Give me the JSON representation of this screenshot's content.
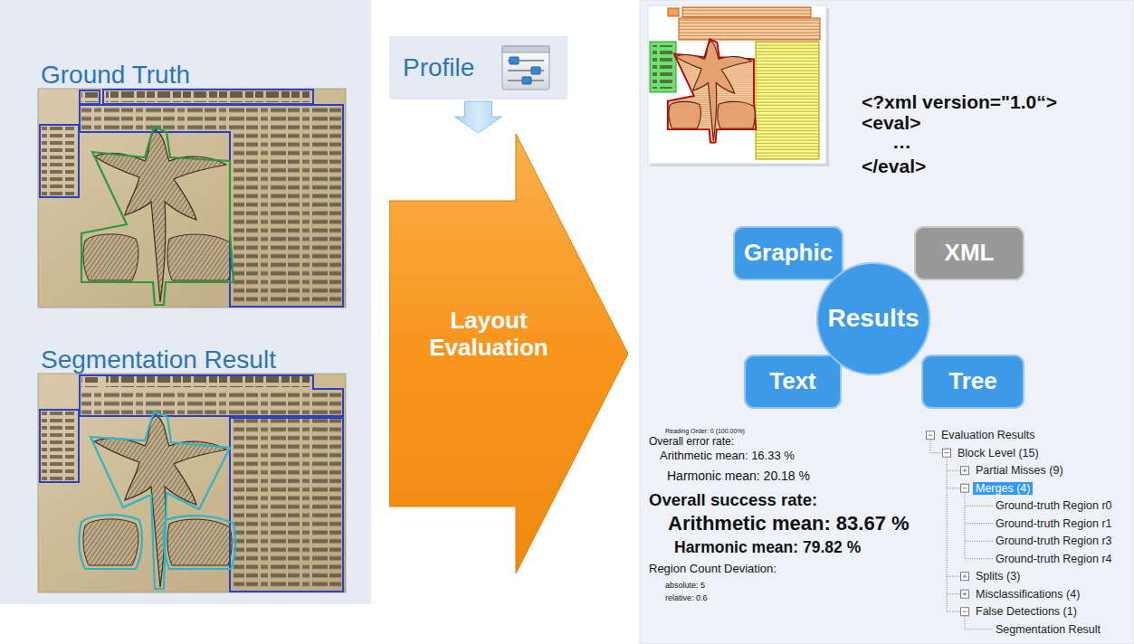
{
  "diagram": {
    "nodes": [
      {
        "text": [
          "Ground Truth",
          "Segmentation Result"
        ]
      },
      {
        "text": [
          "Profile"
        ]
      },
      {
        "text": [
          "Layout Evaluation"
        ]
      },
      {
        "text": [
          "Graphic"
        ]
      },
      {
        "text": [
          "XML"
        ]
      },
      {
        "text": [
          "Results"
        ]
      },
      {
        "text": [
          "Text"
        ]
      },
      {
        "text": [
          "Tree"
        ]
      }
    ],
    "edges": [
      {
        "from": 1,
        "to": 2,
        "arrow": "to"
      }
    ],
    "labels": [
      "<?xml version=\"1.0“>",
      "<eval>",
      "…",
      "</eval>",
      "Reading Order: 0 (100.00%)",
      "Overall error rate:",
      "Arithmetic mean: 16.33 %",
      "Harmonic mean: 20.18 %",
      "Overall success rate:",
      "Arithmetic mean: 83.67 %",
      "Harmonic mean: 79.82 %",
      "Region Count Deviation:",
      "absolute: 5",
      "relative: 0.6",
      "Evaluation Results",
      "Block Level (15)",
      "Partial Misses (9)",
      "Merges (4)",
      "Ground-truth Region r0",
      "Ground-truth Region r1",
      "Ground-truth Region r3",
      "Ground-truth Region r4",
      "Splits (3)",
      "Misclassifications (4)",
      "False Detections (1)",
      "Segmentation Result"
    ]
  }
}
